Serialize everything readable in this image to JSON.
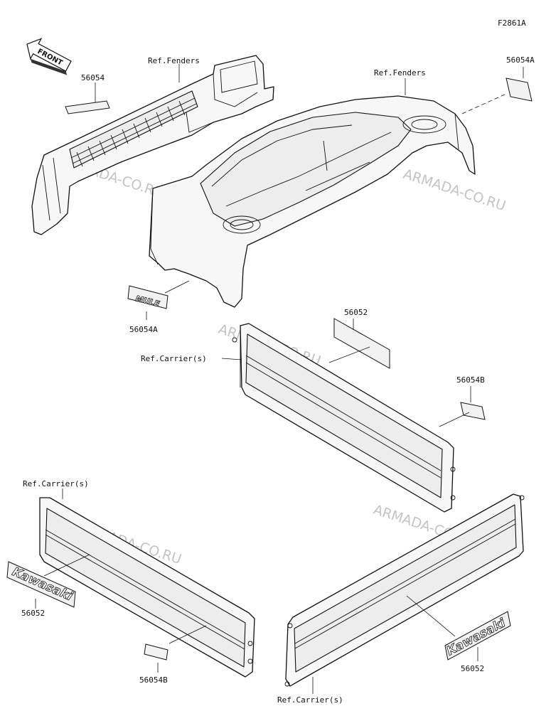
{
  "figure_code": "F2861A",
  "front_arrow_text": "FRONT",
  "watermark": "ARMADA-CO.RU",
  "labels": {
    "ref_fenders_left": "Ref.Fenders",
    "ref_fenders_right": "Ref.Fenders",
    "part_56054_top": "56054",
    "part_56054a_top": "56054A",
    "part_56054a_bottom": "56054A",
    "part_56052_mid": "56052",
    "ref_carriers_mid": "Ref.Carrier(s)",
    "part_56054b_mid": "56054B",
    "ref_carriers_left": "Ref.Carrier(s)",
    "part_56052_left": "56052",
    "part_56054b_bottom": "56054B",
    "part_56052_right": "56052",
    "ref_carriers_bottom": "Ref.Carrier(s)"
  },
  "decals": {
    "kawasaki": "Kawasaki",
    "mule": "MULE"
  }
}
